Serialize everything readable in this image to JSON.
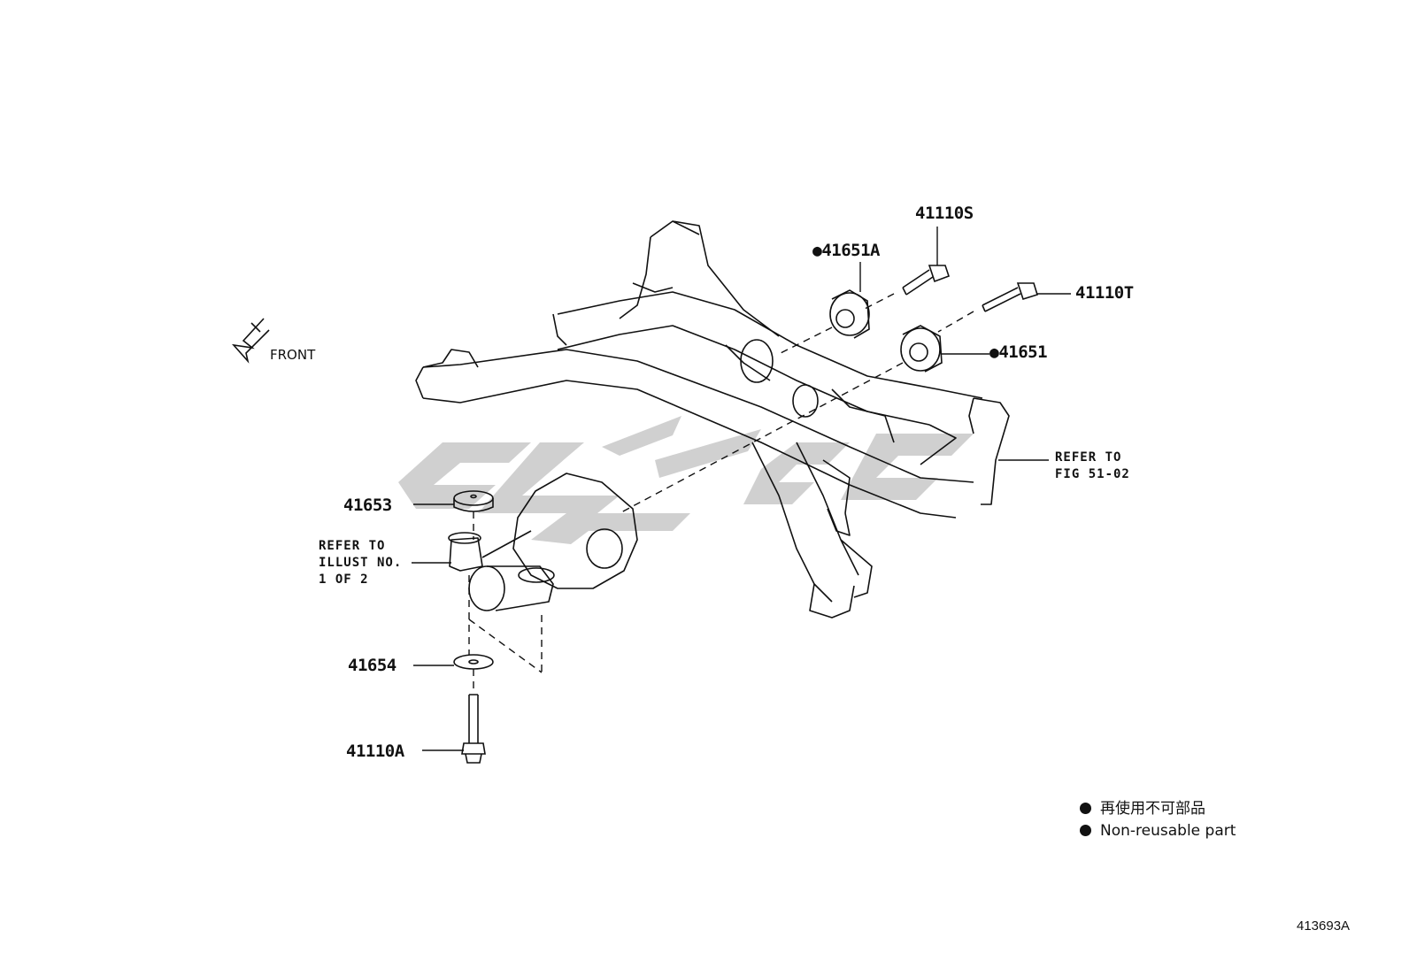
{
  "front_label": "FRONT",
  "callouts": {
    "p41110S": "41110S",
    "p41651A": "41651A",
    "p41110T": "41110T",
    "p41651": "41651",
    "p41653": "41653",
    "p41654": "41654",
    "p41110A": "41110A"
  },
  "notes": {
    "refer_fig": [
      "REFER TO",
      "FIG 51-02"
    ],
    "refer_illust": [
      "REFER TO",
      "ILLUST NO.",
      "1 OF 2"
    ]
  },
  "legend": {
    "items": [
      "再使用不可部品",
      "Non-reusable part"
    ]
  },
  "figure_id": "413693A",
  "colors": {
    "line": "#111111",
    "watermark": "#c8c8c8"
  }
}
